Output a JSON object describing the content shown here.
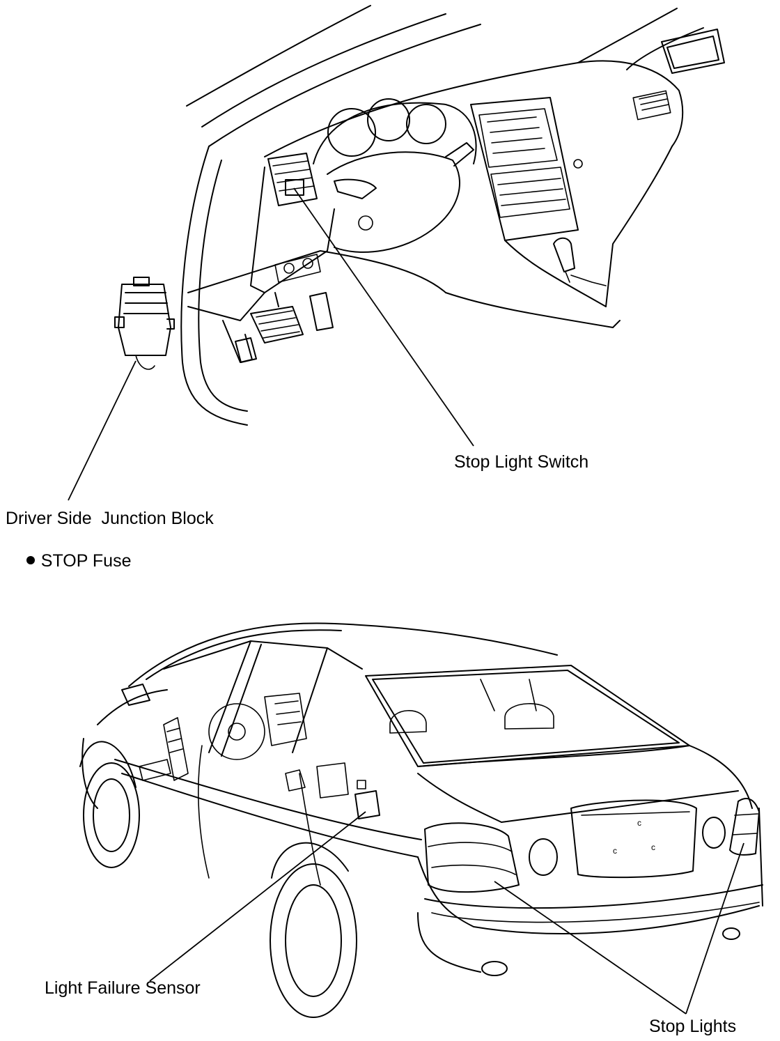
{
  "labels": {
    "stop_light_switch": "Stop Light Switch",
    "driver_side_junction_block": "Driver Side  Junction Block",
    "stop_fuse": "STOP Fuse",
    "light_failure_sensor": "Light Failure Sensor",
    "stop_lights": "Stop Lights"
  },
  "colors": {
    "ink": "#000000",
    "background": "#ffffff"
  },
  "icons": {
    "fuse_bullet": "bullet-dot-icon"
  }
}
